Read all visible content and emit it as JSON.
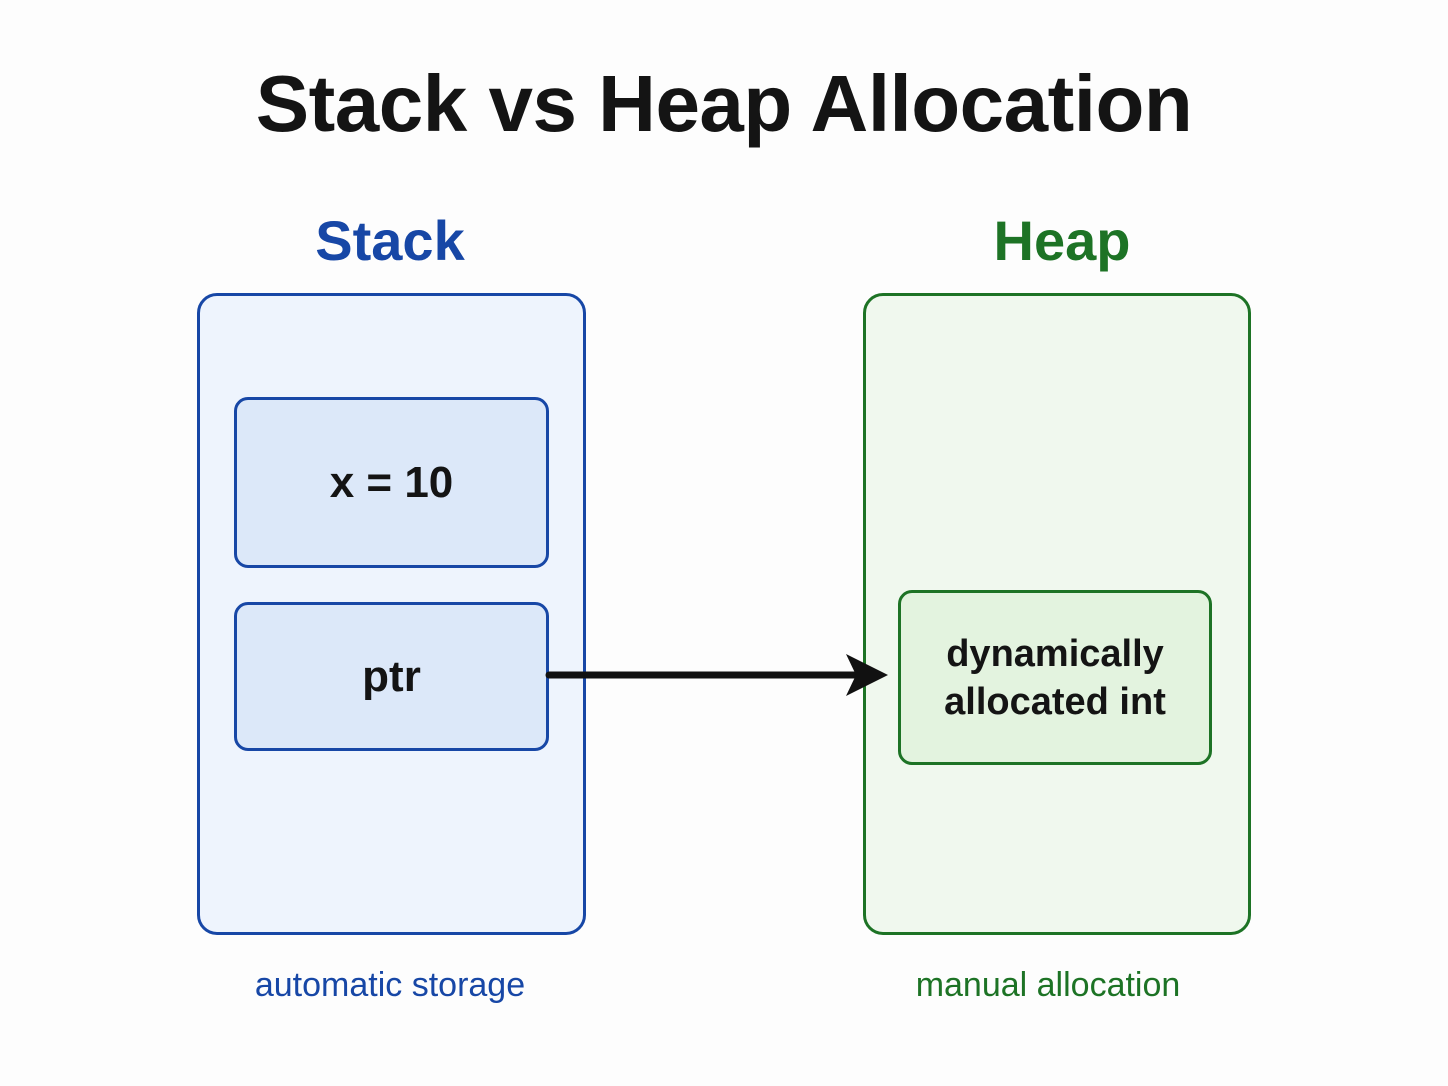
{
  "title": "Stack vs Heap Allocation",
  "stack": {
    "heading": "Stack",
    "cells": [
      "x = 10",
      "ptr"
    ],
    "caption": "automatic storage"
  },
  "heap": {
    "heading": "Heap",
    "cell_line1": "dynamically",
    "cell_line2": "allocated int",
    "caption": "manual allocation"
  },
  "colors": {
    "stack_accent": "#1747a6",
    "heap_accent": "#1d7325",
    "arrow": "#111111"
  }
}
